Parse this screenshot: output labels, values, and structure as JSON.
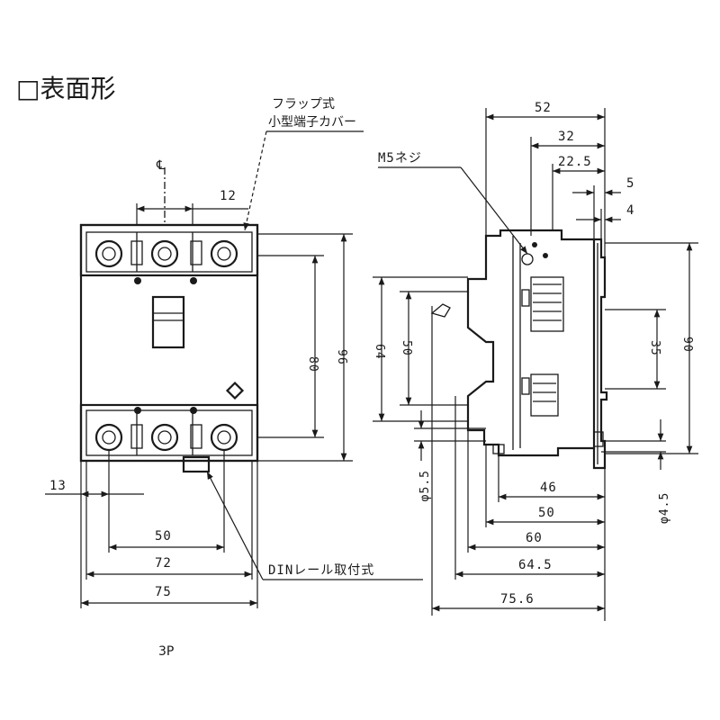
{
  "title": "□表面形",
  "model_label": "3P",
  "callouts": {
    "flap_cover_line1": "フラップ式",
    "flap_cover_line2": "小型端子カバー",
    "screw": "M5ネジ",
    "din_rail": "DINレール取付式",
    "centerline": "℄"
  },
  "front_view_dimensions": {
    "pole_pitch": "12",
    "height_80": "80",
    "height_96": "96",
    "offset_13": "13",
    "width_50": "50",
    "width_72": "72",
    "width_75": "75"
  },
  "side_view_dimensions": {
    "depth_52": "52",
    "depth_32": "32",
    "depth_22_5": "22.5",
    "depth_5": "5",
    "depth_4": "4",
    "height_64": "64",
    "height_50": "50",
    "height_35": "35",
    "height_90": "90",
    "phi_5_5": "φ5.5",
    "phi_4_5": "φ4.5",
    "depth_46": "46",
    "depth_50": "50",
    "depth_60": "60",
    "depth_64_5": "64.5",
    "depth_75_6": "75.6"
  }
}
